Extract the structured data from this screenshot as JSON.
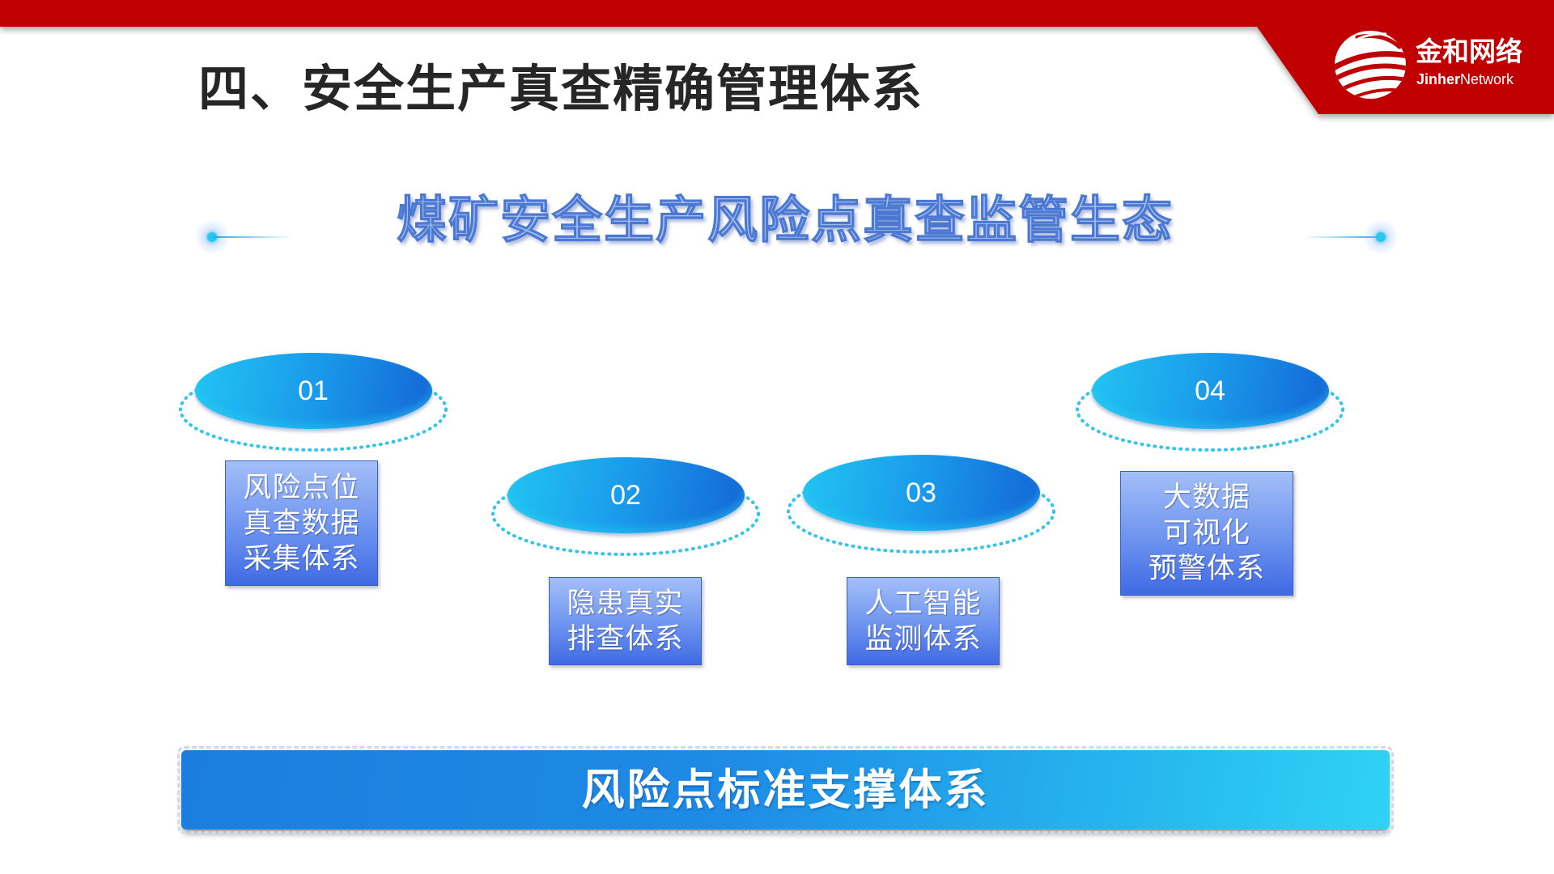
{
  "header": {
    "title": "四、安全生产真查精确管理体系"
  },
  "logo": {
    "icon": "jinher-logo-icon",
    "name_cn": "金和网络",
    "name_en_bold": "Jinher",
    "name_en_light": "Network"
  },
  "subtitle": "煤矿安全生产风险点真查监管生态",
  "nodes": [
    {
      "number": "01",
      "lines": [
        "风险点位",
        "真查数据",
        "采集体系"
      ]
    },
    {
      "number": "02",
      "lines": [
        "隐患真实",
        "排查体系"
      ]
    },
    {
      "number": "03",
      "lines": [
        "人工智能",
        "监测体系"
      ]
    },
    {
      "number": "04",
      "lines": [
        "大数据",
        "可视化",
        "预警体系"
      ]
    }
  ],
  "foundation": {
    "label": "风险点标准支撑体系"
  },
  "colors": {
    "brand_red": "#c00000",
    "title_text": "#262626",
    "subtitle_fill": "#a8c1f3",
    "subtitle_stroke": "#4a78d2",
    "ellipse_cyan": "#22c4f2",
    "ellipse_blue": "#1466d6",
    "ring_dots": "#35c5e8",
    "box_light": "#a3bff7",
    "box_dark": "#3f6ae3",
    "foundation_blue": "#1b7ede",
    "foundation_cyan": "#2fd3f4"
  }
}
